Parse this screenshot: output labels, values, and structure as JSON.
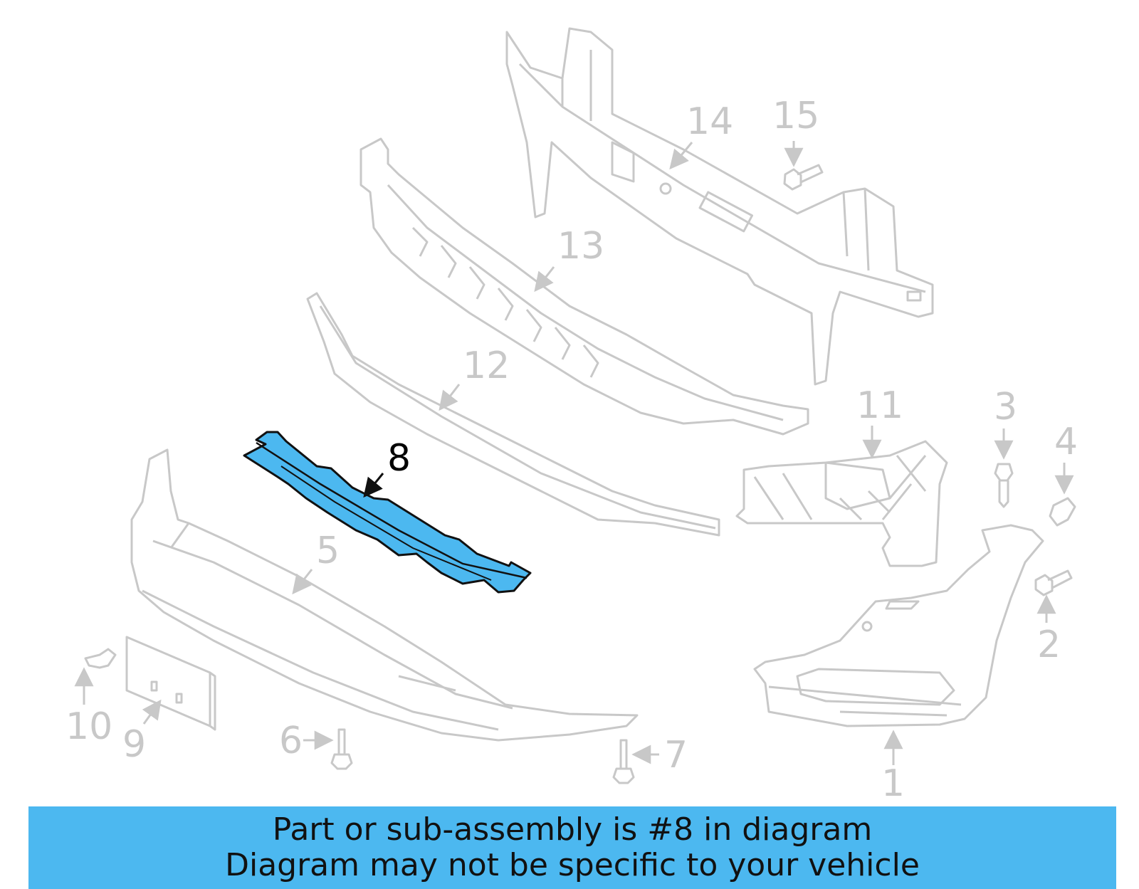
{
  "diagram": {
    "callouts": {
      "c1": "1",
      "c2": "2",
      "c3": "3",
      "c4": "4",
      "c5": "5",
      "c6": "6",
      "c7": "7",
      "c8": "8",
      "c9": "9",
      "c10": "10",
      "c11": "11",
      "c12": "12",
      "c13": "13",
      "c14": "14",
      "c15": "15"
    },
    "highlighted_part": "8",
    "colors": {
      "highlight": "#4cb8f0",
      "part_outline": "#c8c8c8",
      "highlight_outline": "#111111"
    }
  },
  "banner": {
    "line1": "Part or sub-assembly is #8 in diagram",
    "line2": "Diagram may not be specific to your vehicle"
  }
}
